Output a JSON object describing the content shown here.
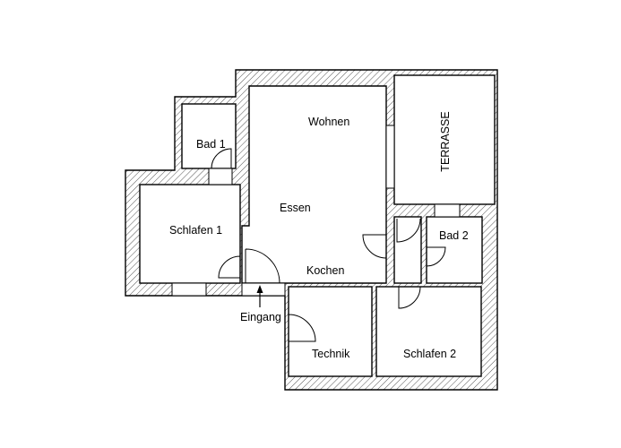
{
  "plan": {
    "rooms": {
      "wohnen": "Wohnen",
      "terrasse": "TERRASSE",
      "bad1": "Bad 1",
      "essen": "Essen",
      "schlafen1": "Schlafen 1",
      "bad2": "Bad 2",
      "kochen": "Kochen",
      "technik": "Technik",
      "schlafen2": "Schlafen 2"
    },
    "entrance": "Eingang"
  }
}
